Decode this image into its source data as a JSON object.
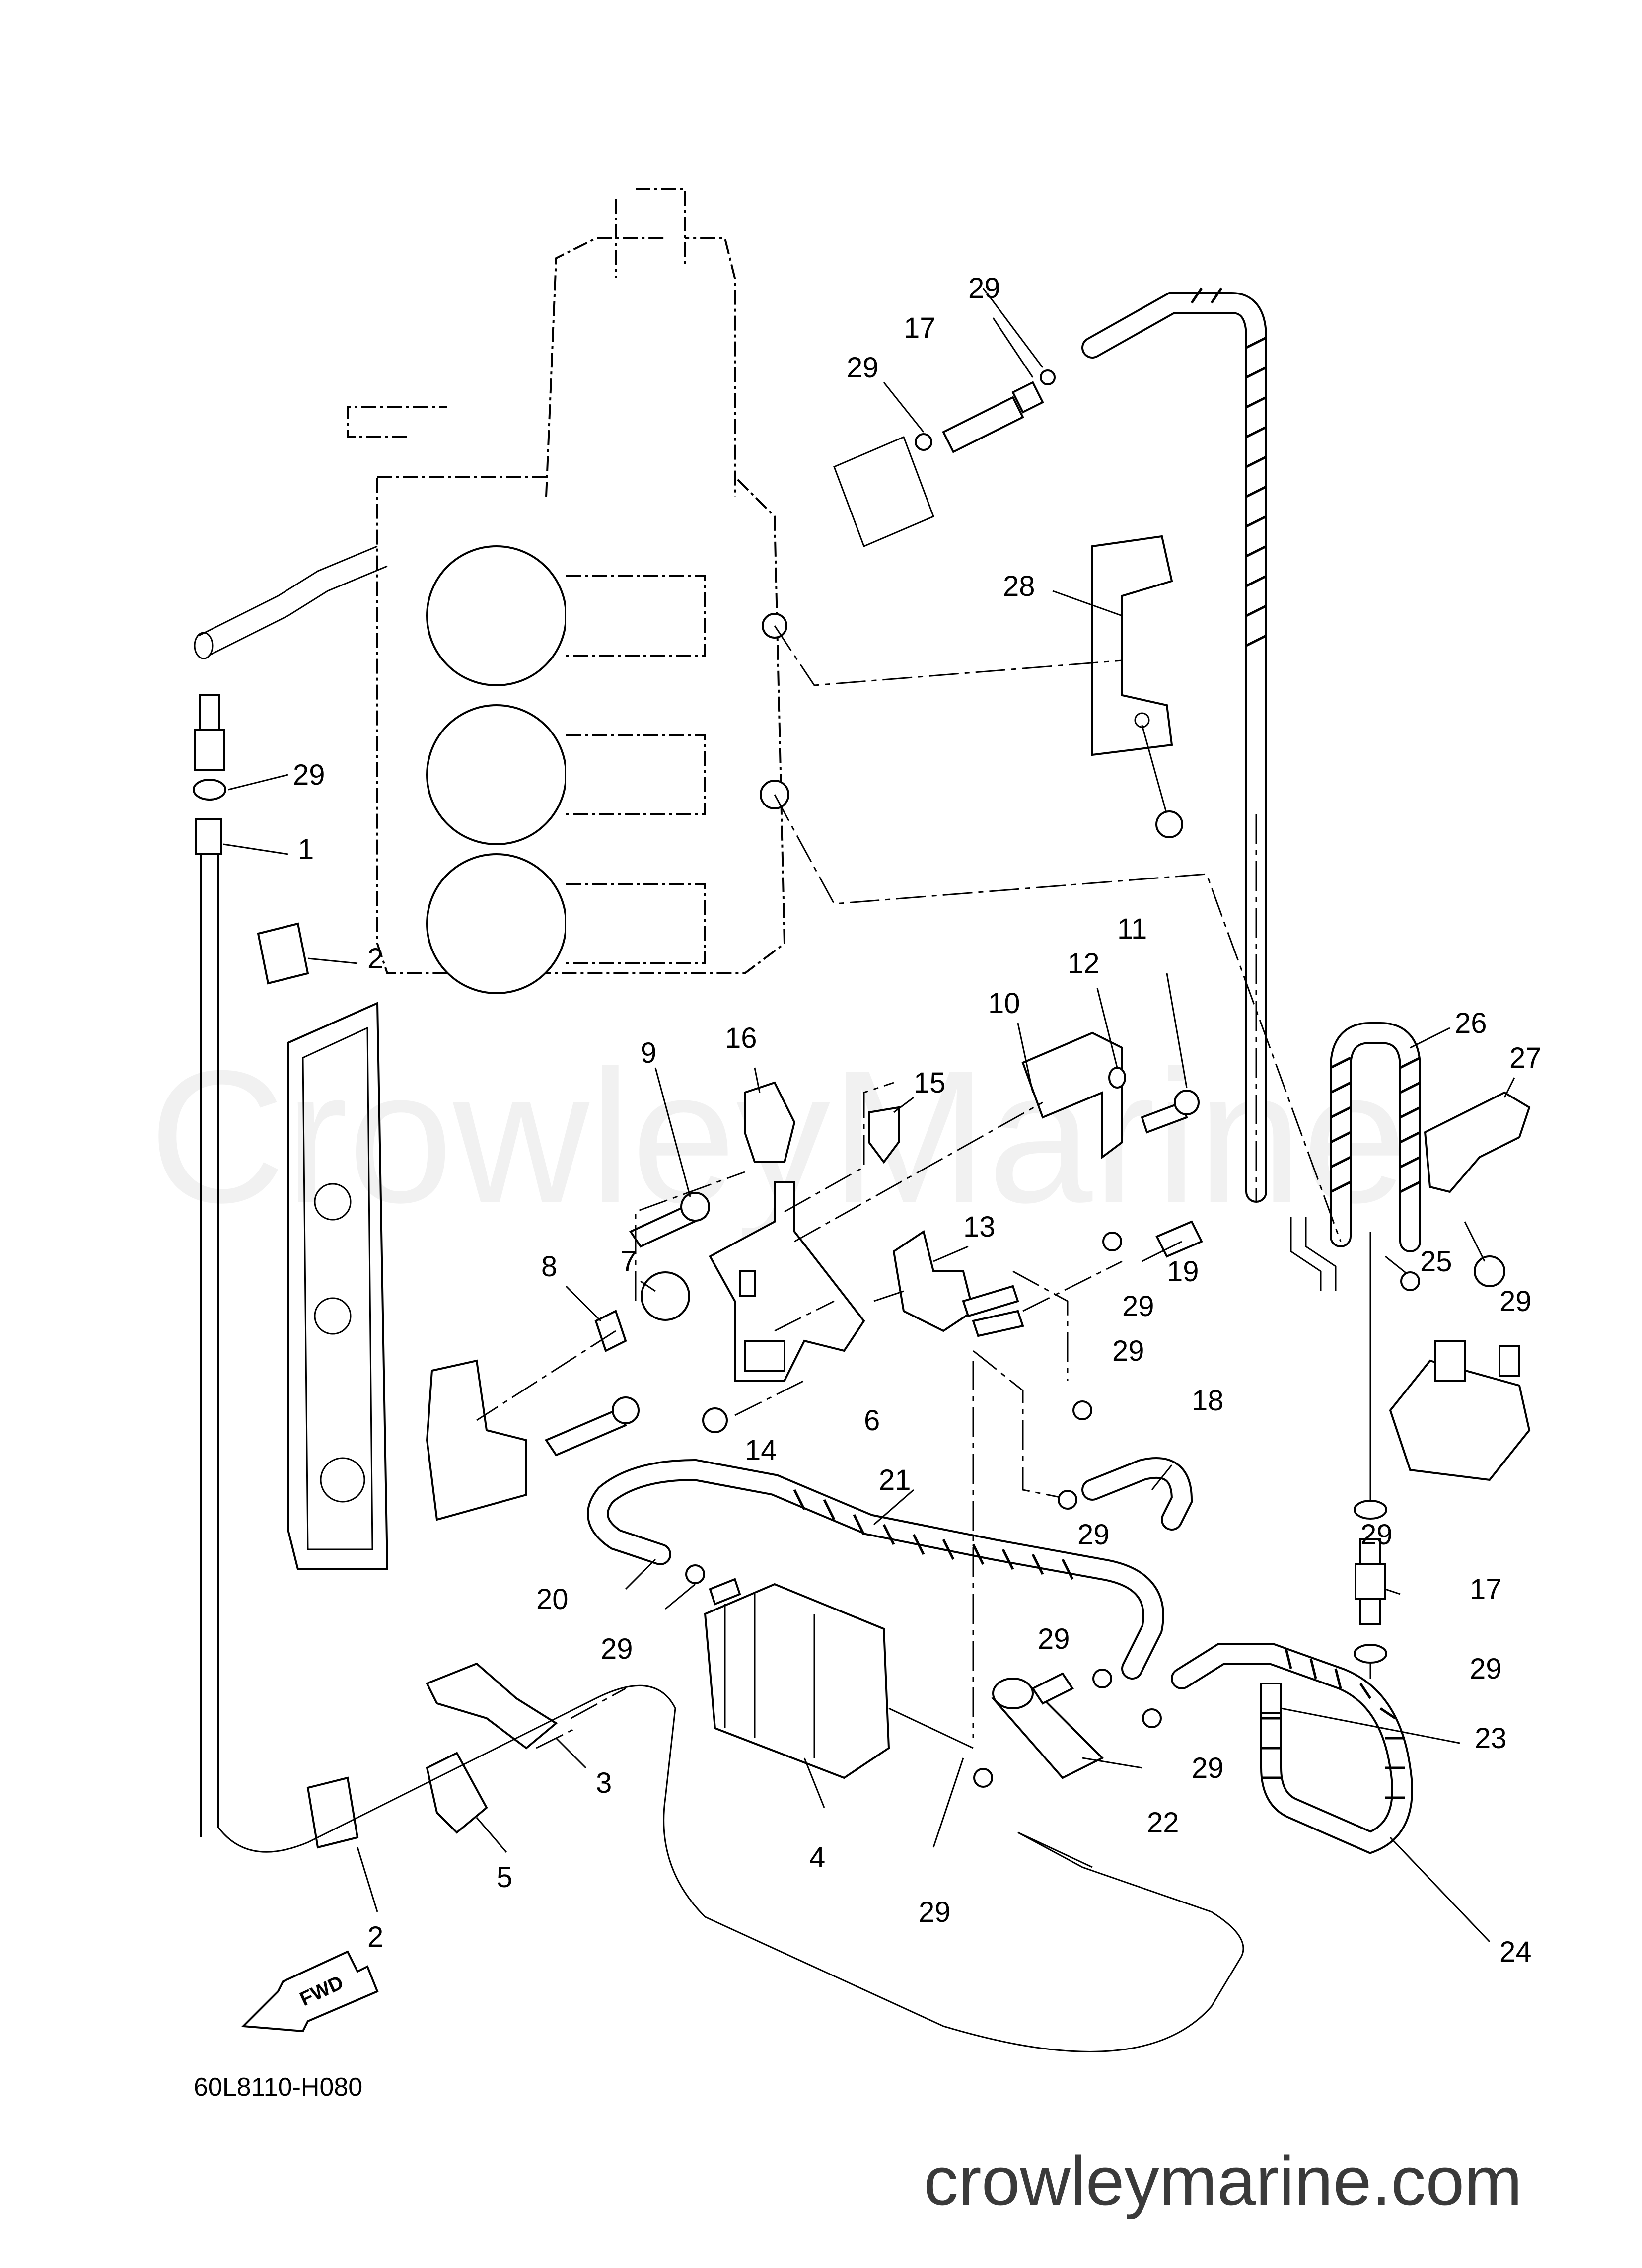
{
  "watermark": "CrowleyMarine",
  "drawing_code": "60L8110-H080",
  "website": "crowleymarine.com",
  "fwd_label": "FWD",
  "callouts": [
    "29",
    "17",
    "29",
    "28",
    "29",
    "1",
    "2",
    "26",
    "11",
    "12",
    "10",
    "9",
    "16",
    "15",
    "27",
    "13",
    "7",
    "8",
    "19",
    "29",
    "25",
    "29",
    "29",
    "6",
    "14",
    "18",
    "21",
    "29",
    "29",
    "20",
    "29",
    "17",
    "29",
    "29",
    "23",
    "3",
    "29",
    "22",
    "4",
    "5",
    "29",
    "24",
    "2"
  ]
}
